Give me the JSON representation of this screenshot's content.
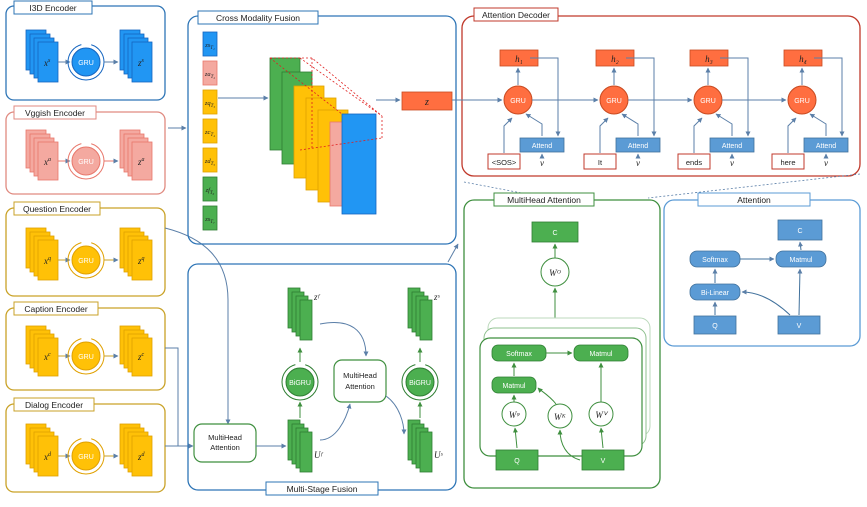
{
  "encoders": {
    "i3d": {
      "title": "I3D Encoder",
      "in_sym": "x",
      "in_sup": "s",
      "out_sym": "z",
      "out_sup": "s",
      "gru": "GRU"
    },
    "vggish": {
      "title": "Vggish Encoder",
      "in_sym": "x",
      "in_sup": "a",
      "out_sym": "z",
      "out_sup": "a",
      "gru": "GRU"
    },
    "question": {
      "title": "Question Encoder",
      "in_sym": "x",
      "in_sup": "q",
      "out_sym": "z",
      "out_sup": "q",
      "gru": "GRU"
    },
    "caption": {
      "title": "Caption Encoder",
      "in_sym": "x",
      "in_sup": "c",
      "out_sym": "z",
      "out_sup": "c",
      "gru": "GRU"
    },
    "dialog": {
      "title": "Dialog Encoder",
      "in_sym": "x",
      "in_sup": "d",
      "out_sym": "z",
      "out_sup": "d",
      "gru": "GRU"
    }
  },
  "cross_modality": {
    "title": "Cross Modality Fusion",
    "tokens": [
      "T₁",
      "T₂",
      "T₃",
      "T₄",
      "T₅",
      "T₆",
      "T₇"
    ],
    "output": "z"
  },
  "multi_stage": {
    "title": "Multi-Stage Fusion",
    "mha_left": "MultiHead Attention",
    "mha_mid": "MultiHead Attention",
    "bigru_left": "BiGRU",
    "bigru_right": "BiGRU",
    "z_left": "zᶠ",
    "z_right": "zˢ",
    "u_left": "Uᶠ",
    "u_right": "Uˢ"
  },
  "decoder": {
    "title": "Attention Decoder",
    "steps": [
      {
        "h": "h₁",
        "gru": "GRU",
        "attend": "Attend",
        "v": "v",
        "token": "<SOS>"
      },
      {
        "h": "h₂",
        "gru": "GRU",
        "attend": "Attend",
        "v": "v",
        "token": "It"
      },
      {
        "h": "h₃",
        "gru": "GRU",
        "attend": "Attend",
        "v": "v",
        "token": "ends"
      },
      {
        "h": "h₄",
        "gru": "GRU",
        "attend": "Attend",
        "v": "v",
        "token": "here"
      }
    ]
  },
  "mha_detail": {
    "title": "MultiHead Attention",
    "c": "C",
    "wo": "Wᴼ",
    "softmax": "Softmax",
    "matmul_top": "Matmul",
    "matmul_bottom": "Matmul",
    "wq": "Wᵠ",
    "wk": "Wᴷ",
    "wv": "Wⱽ",
    "q": "Q",
    "v": "V"
  },
  "attention_detail": {
    "title": "Attention",
    "c": "C",
    "softmax": "Softmax",
    "matmul": "Matmul",
    "bilinear": "Bi-Linear",
    "q": "Q",
    "v": "V"
  },
  "colors": {
    "blue": "#2196f3",
    "blue_dark": "#1565c0",
    "pink": "#f4a9a0",
    "pink_dark": "#e8776b",
    "yellow": "#ffc107",
    "yellow_dark": "#e0a000",
    "green": "#4caf50",
    "green_dark": "#2e7d32",
    "orange": "#ff6e40",
    "orange_dark": "#c84a20",
    "steel": "#5b9bd5",
    "steel_dark": "#41719c",
    "frame_blue": "#2e75b6",
    "frame_red": "#c0392b",
    "frame_gold": "#c9a227",
    "frame_green": "#3f8f3f",
    "frame_pink": "#e08a80"
  }
}
